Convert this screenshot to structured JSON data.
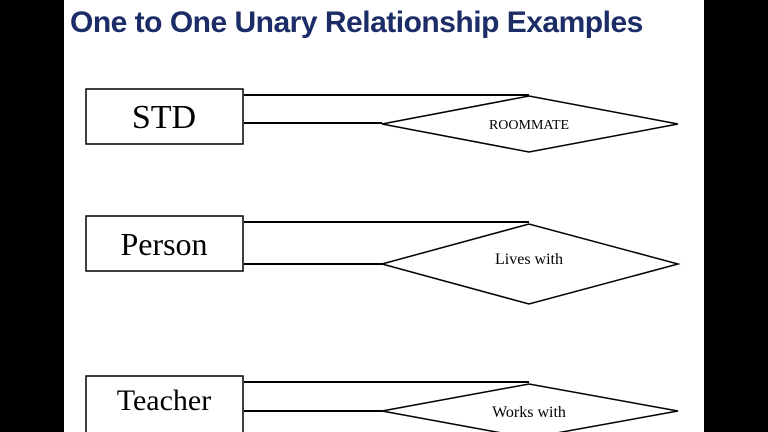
{
  "slide": {
    "title": "One to One Unary Relationship Examples",
    "title_color": "#1c2c66",
    "background": "#ffffff",
    "frame_color": "#000000"
  },
  "diagrams": [
    {
      "entity": "STD",
      "relationship": "ROOMMATE"
    },
    {
      "entity": "Person",
      "relationship": "Lives with"
    },
    {
      "entity": "Teacher",
      "relationship": "Works with"
    }
  ]
}
